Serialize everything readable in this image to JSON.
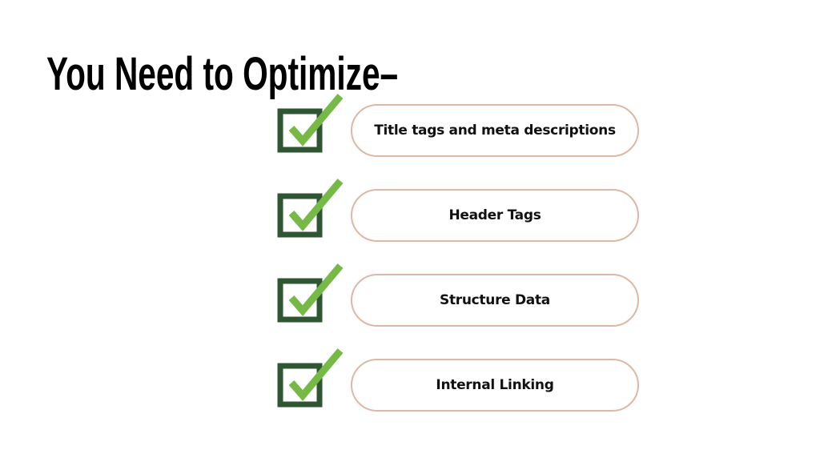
{
  "title": "You Need to Optimize–",
  "items": [
    {
      "label": "Title tags and meta descriptions"
    },
    {
      "label": "Header Tags"
    },
    {
      "label": "Structure Data"
    },
    {
      "label": "Internal Linking"
    }
  ],
  "colors": {
    "box": "#2f5633",
    "check": "#76b947",
    "pill_border": "#dcb8a5"
  }
}
